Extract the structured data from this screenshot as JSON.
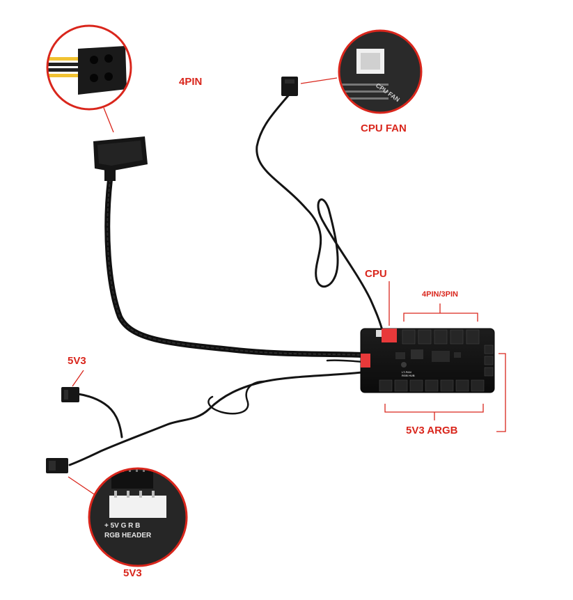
{
  "colors": {
    "label_red": "#d9261c",
    "cable_black": "#121212",
    "pcb_black": "#141414",
    "header_red": "#e8393a",
    "connector_white": "#f2f2f2",
    "molex_wire_yellow": "#f1c232"
  },
  "labels": {
    "molex_power": "4PIN",
    "cpu_fan": "CPU FAN",
    "cpu": "CPU",
    "fan_ports": "4PIN/3PIN",
    "argb_cable_top": "5V3",
    "argb_ports": "5V3 ARGB",
    "argb_header_bottom": "5V3"
  },
  "motherboard_silkscreen": {
    "cpu_fan_header": "CPU FAN",
    "rgb_pins": "+ 5V G R B",
    "rgb_header": "RGB HEADER"
  },
  "icons": {
    "molex_inset": "molex-connector-photo",
    "cpu_fan_inset": "cpu-fan-header-photo",
    "rgb_inset": "rgb-header-photo",
    "hub": "fan-argb-hub-board"
  }
}
